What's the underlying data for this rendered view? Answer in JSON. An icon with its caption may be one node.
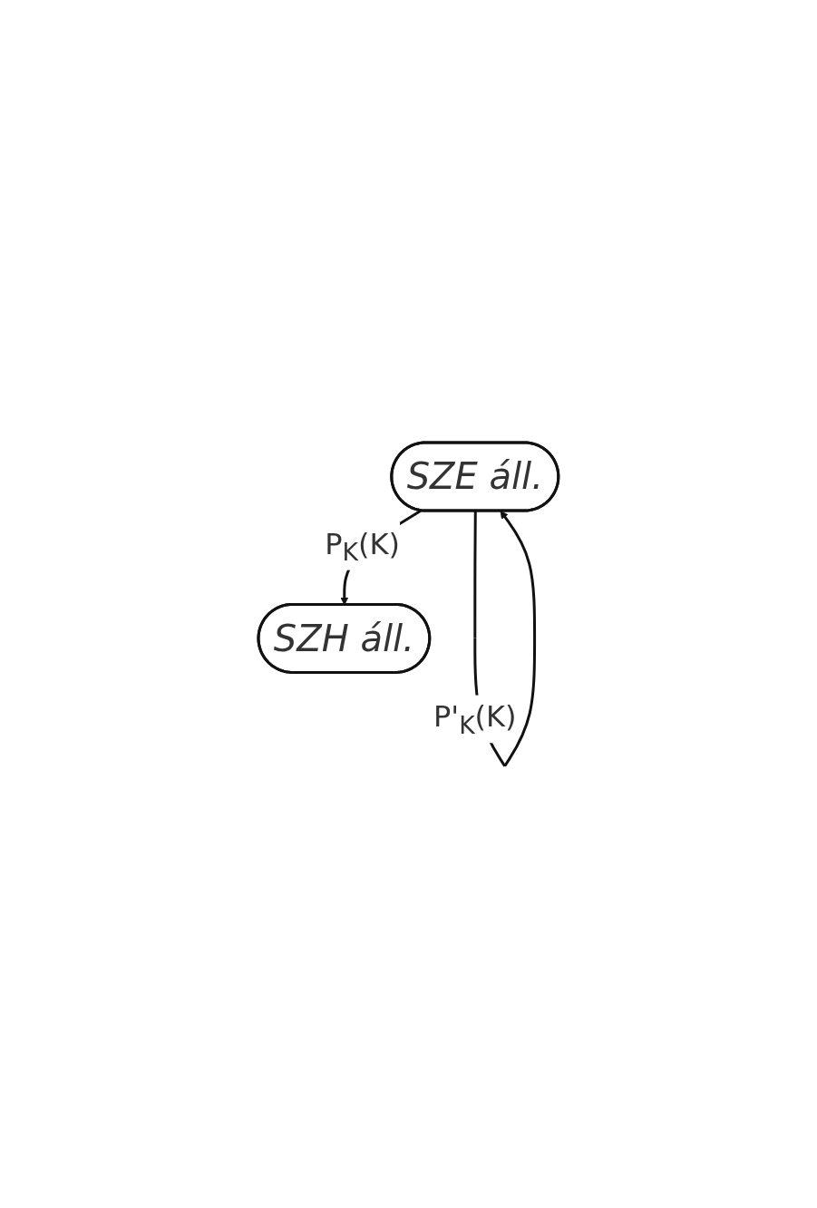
{
  "diagram": {
    "nodes": [
      {
        "text": [
          "SZE áll."
        ]
      },
      {
        "text": [
          "SZH áll."
        ]
      }
    ],
    "edges": [
      {
        "from": 0,
        "to": 0,
        "arrow": "to",
        "label": "P'$_{K}$(K)"
      },
      {
        "from": 0,
        "to": 1,
        "arrow": "to",
        "label": "P$_{K}$(K)"
      }
    ]
  }
}
